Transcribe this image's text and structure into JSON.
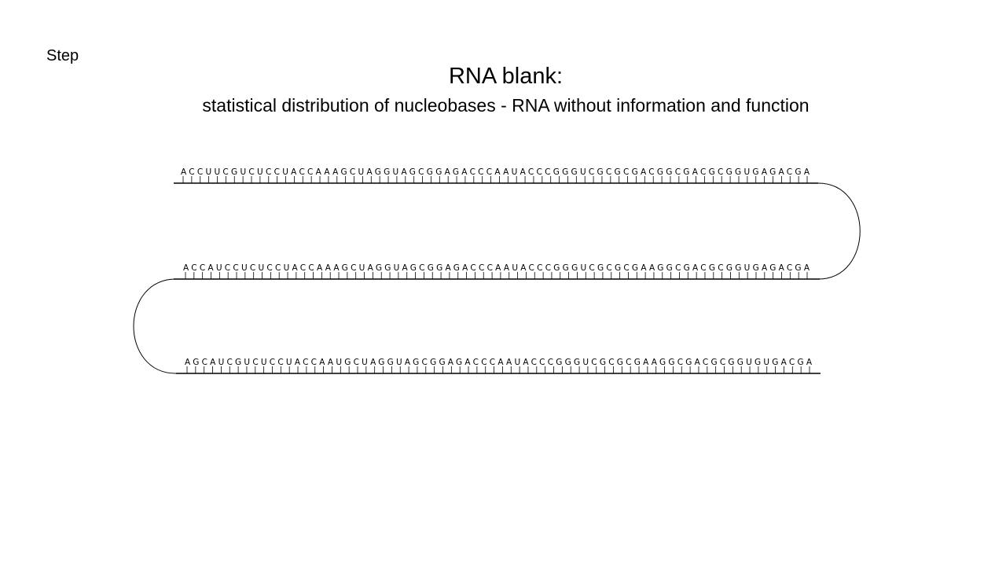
{
  "slide": {
    "step_label": "Step",
    "title": "RNA blank:",
    "subtitle": "statistical distribution of nucleobases - RNA without information and function"
  },
  "strands": [
    {
      "sequence": "ACCUUCGUCUCCUACCAAAGCUAGGUAGCGGAGACCCAAUACCCGGGUCGCGCGACGGCGACGCGGUGAGACGA"
    },
    {
      "sequence": "ACCAUCCUCUCCUACCAAAGCUAGGUAGCGGAGACCCAAUACCCGGGUCGCGCGAAGGCGACGCGGUGAGACGA"
    },
    {
      "sequence": "AGCAUCGUCUCCUACCAAUGCUAGGUAGCGGAGACCCAAUACCCGGGUCGCGCGAAGGCGACGCGGUGUGACGA"
    }
  ],
  "colors": {
    "ink": "#000000",
    "background": "#ffffff"
  }
}
